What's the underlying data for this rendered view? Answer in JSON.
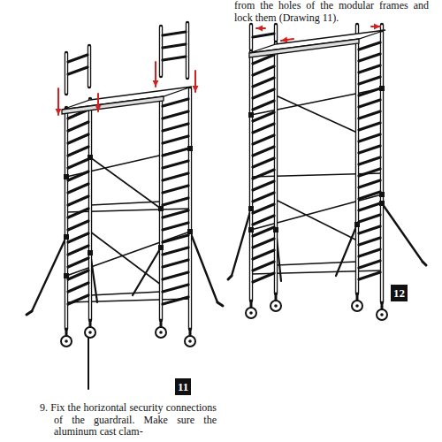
{
  "diagram": {
    "labels": [
      "from the holes of the modular frames and lock them (Drawing 11).",
      "11",
      "12",
      "9. Fix the horizontal security connections of the guardrail. Make sure the aluminum cast clam-"
    ]
  }
}
